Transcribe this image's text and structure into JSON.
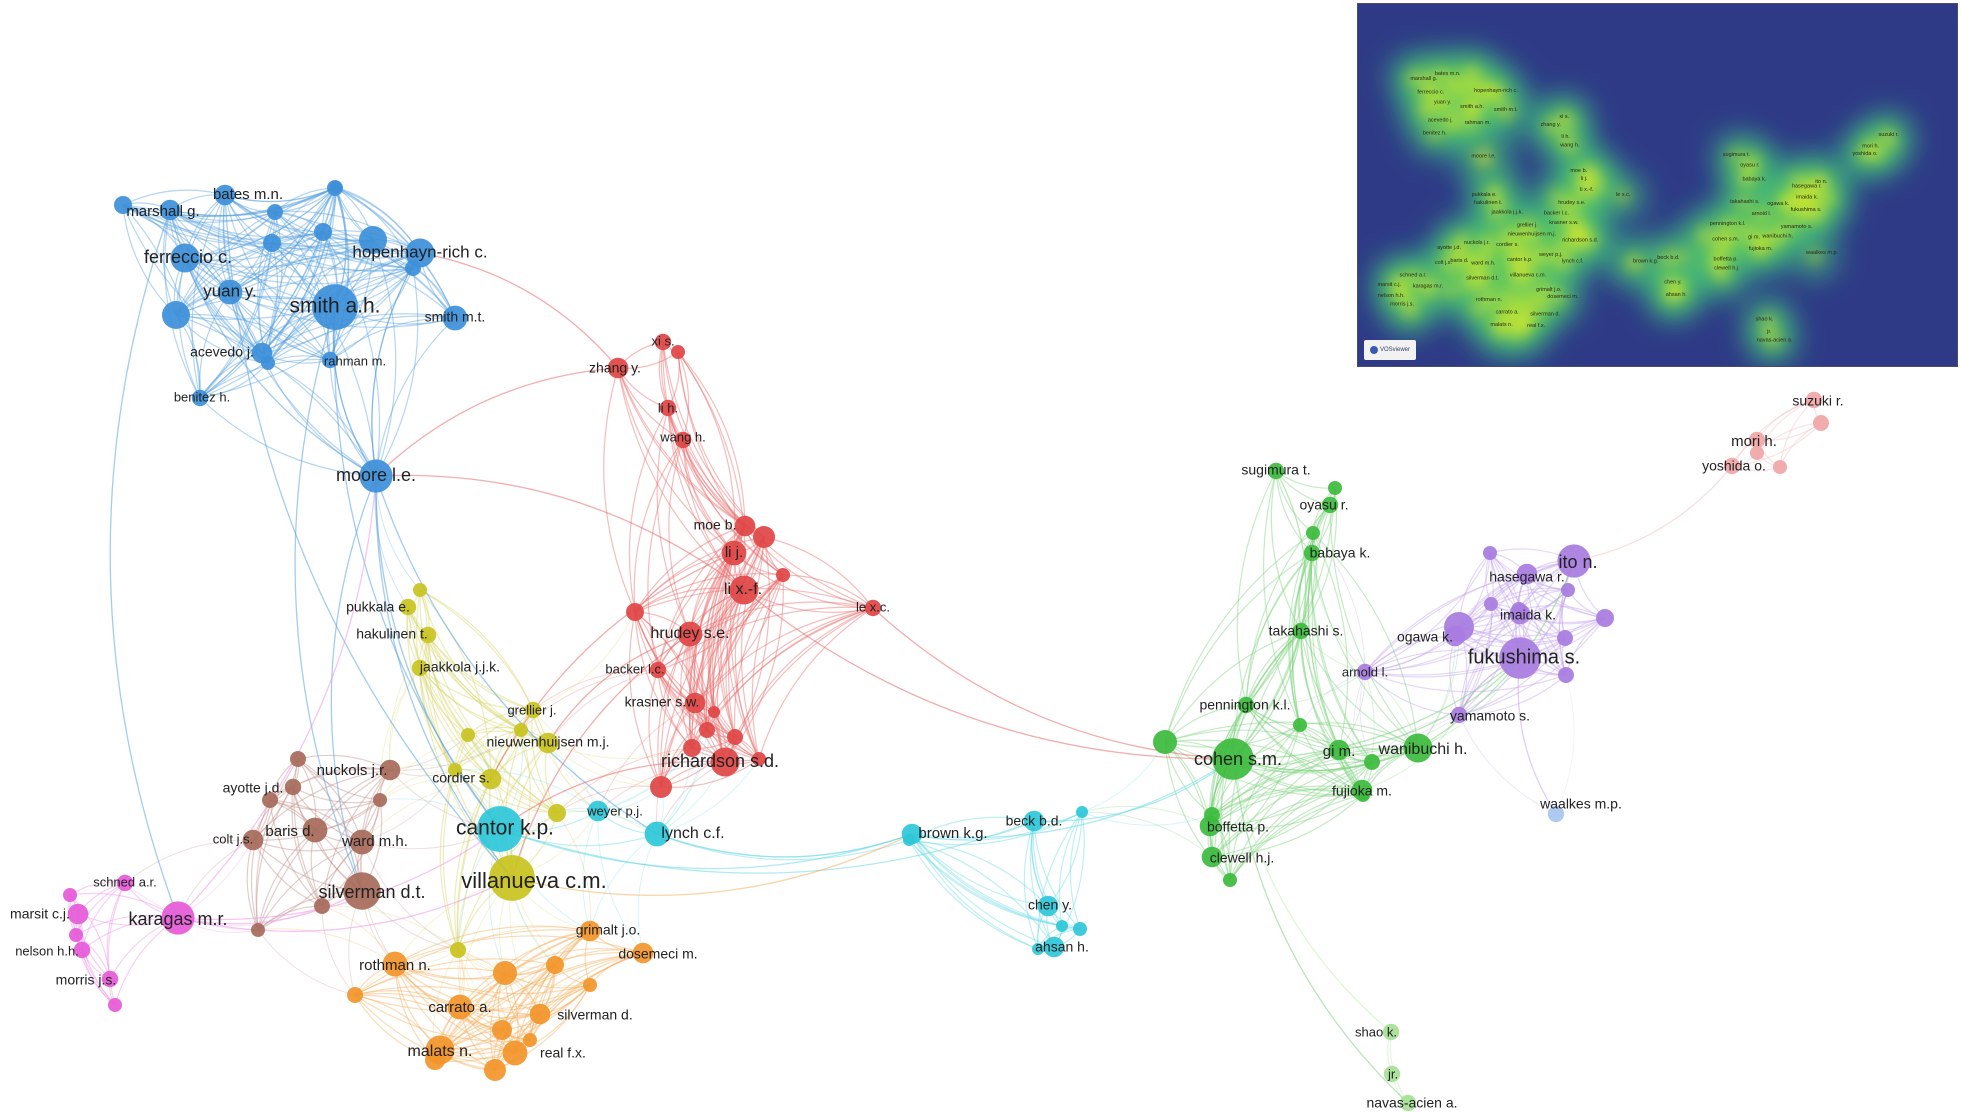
{
  "clusters": {
    "blue": {
      "color": "#3d8fd9",
      "edge": "#5aa2e0"
    },
    "red": {
      "color": "#e04545",
      "edge": "#e86a6a"
    },
    "yellow": {
      "color": "#c9c31f",
      "edge": "#d8d46a"
    },
    "brown": {
      "color": "#a66a5a",
      "edge": "#c0908a"
    },
    "orange": {
      "color": "#f2952a",
      "edge": "#f5b060"
    },
    "pink": {
      "color": "#e55ad8",
      "edge": "#ee96e8"
    },
    "cyan": {
      "color": "#2ec7d8",
      "edge": "#6fdbe6"
    },
    "green": {
      "color": "#3dbb3d",
      "edge": "#7ed27e"
    },
    "purple": {
      "color": "#a77ce0",
      "edge": "#c4a6ee"
    },
    "salmon": {
      "color": "#f0a6a6",
      "edge": "#f4c2c2"
    },
    "lightblue": {
      "color": "#a8c6f0",
      "edge": "#c6d8f4"
    },
    "lightgreen": {
      "color": "#a6e096",
      "edge": "#c4ecba"
    }
  },
  "nodes": [
    {
      "id": "bates",
      "label": "bates m.n.",
      "c": "blue",
      "w": 3
    },
    {
      "id": "marshall",
      "label": "marshall g.",
      "c": "blue",
      "w": 3
    },
    {
      "id": "ferreccio",
      "label": "ferreccio c.",
      "c": "blue",
      "w": 5
    },
    {
      "id": "hopenhayn",
      "label": "hopenhayn-rich c.",
      "c": "blue",
      "w": 5
    },
    {
      "id": "yuan",
      "label": "yuan y.",
      "c": "blue",
      "w": 4
    },
    {
      "id": "smithah",
      "label": "smith a.h.",
      "c": "blue",
      "w": 9
    },
    {
      "id": "smithmt",
      "label": "smith m.t.",
      "c": "blue",
      "w": 4
    },
    {
      "id": "acevedo",
      "label": "acevedo j.",
      "c": "blue",
      "w": 3
    },
    {
      "id": "rahman",
      "label": "rahman m.",
      "c": "blue",
      "w": 2
    },
    {
      "id": "benitez",
      "label": "benitez h.",
      "c": "blue",
      "w": 2
    },
    {
      "id": "moore",
      "label": "moore l.e.",
      "c": "blue",
      "w": 6
    },
    {
      "id": "xi",
      "label": "xi s.",
      "c": "red",
      "w": 2
    },
    {
      "id": "zhangy",
      "label": "zhang y.",
      "c": "red",
      "w": 3
    },
    {
      "id": "lih",
      "label": "li h.",
      "c": "red",
      "w": 2
    },
    {
      "id": "wangh",
      "label": "wang h.",
      "c": "red",
      "w": 2
    },
    {
      "id": "moeb",
      "label": "moe b.",
      "c": "red",
      "w": 3
    },
    {
      "id": "lij",
      "label": "li j.",
      "c": "red",
      "w": 4
    },
    {
      "id": "lixf",
      "label": "li x.-f.",
      "c": "red",
      "w": 5
    },
    {
      "id": "lexc",
      "label": "le x.c.",
      "c": "red",
      "w": 2
    },
    {
      "id": "hrudey",
      "label": "hrudey s.e.",
      "c": "red",
      "w": 4
    },
    {
      "id": "backer",
      "label": "backer l.c.",
      "c": "red",
      "w": 2
    },
    {
      "id": "krasner",
      "label": "krasner s.w.",
      "c": "red",
      "w": 3
    },
    {
      "id": "richardson",
      "label": "richardson s.d.",
      "c": "red",
      "w": 5
    },
    {
      "id": "pukkala",
      "label": "pukkala e.",
      "c": "yellow",
      "w": 2
    },
    {
      "id": "hakulinen",
      "label": "hakulinen t.",
      "c": "yellow",
      "w": 2
    },
    {
      "id": "jaakkola",
      "label": "jaakkola j.j.k.",
      "c": "yellow",
      "w": 2
    },
    {
      "id": "grellier",
      "label": "grellier j.",
      "c": "yellow",
      "w": 2
    },
    {
      "id": "nieuwenhuijsen",
      "label": "nieuwenhuijsen m.j.",
      "c": "yellow",
      "w": 3
    },
    {
      "id": "cordier",
      "label": "cordier s.",
      "c": "yellow",
      "w": 3
    },
    {
      "id": "villanueva",
      "label": "villanueva c.m.",
      "c": "yellow",
      "w": 9
    },
    {
      "id": "nuckols",
      "label": "nuckols j.r.",
      "c": "brown",
      "w": 3
    },
    {
      "id": "ayotte",
      "label": "ayotte j.d.",
      "c": "brown",
      "w": 2
    },
    {
      "id": "baris",
      "label": "baris d.",
      "c": "brown",
      "w": 4
    },
    {
      "id": "colt",
      "label": "colt j.s.",
      "c": "brown",
      "w": 3
    },
    {
      "id": "ward",
      "label": "ward m.h.",
      "c": "brown",
      "w": 4
    },
    {
      "id": "silvermandt",
      "label": "silverman d.t.",
      "c": "brown",
      "w": 7
    },
    {
      "id": "cantor",
      "label": "cantor k.p.",
      "c": "cyan",
      "w": 9
    },
    {
      "id": "weyer",
      "label": "weyer p.j.",
      "c": "cyan",
      "w": 3
    },
    {
      "id": "lynch",
      "label": "lynch c.f.",
      "c": "cyan",
      "w": 4
    },
    {
      "id": "brown",
      "label": "brown k.g.",
      "c": "cyan",
      "w": 3
    },
    {
      "id": "beck",
      "label": "beck b.d.",
      "c": "cyan",
      "w": 3
    },
    {
      "id": "cheny",
      "label": "chen y.",
      "c": "cyan",
      "w": 3
    },
    {
      "id": "ahsan",
      "label": "ahsan h.",
      "c": "cyan",
      "w": 3
    },
    {
      "id": "grimalt",
      "label": "grimalt j.o.",
      "c": "orange",
      "w": 3
    },
    {
      "id": "dosemeci",
      "label": "dosemeci m.",
      "c": "orange",
      "w": 3
    },
    {
      "id": "rothman",
      "label": "rothman n.",
      "c": "orange",
      "w": 4
    },
    {
      "id": "carrato",
      "label": "carrato a.",
      "c": "orange",
      "w": 4
    },
    {
      "id": "silvermand",
      "label": "silverman d.",
      "c": "orange",
      "w": 3
    },
    {
      "id": "malats",
      "label": "malats n.",
      "c": "orange",
      "w": 5
    },
    {
      "id": "real",
      "label": "real f.x.",
      "c": "orange",
      "w": 4
    },
    {
      "id": "schned",
      "label": "schned a.r.",
      "c": "pink",
      "w": 2
    },
    {
      "id": "marsit",
      "label": "marsit c.j.",
      "c": "pink",
      "w": 3
    },
    {
      "id": "karagas",
      "label": "karagas m.r.",
      "c": "pink",
      "w": 6
    },
    {
      "id": "nelson",
      "label": "nelson h.h.",
      "c": "pink",
      "w": 2
    },
    {
      "id": "morris",
      "label": "morris j.s.",
      "c": "pink",
      "w": 2
    },
    {
      "id": "sugimura",
      "label": "sugimura t.",
      "c": "green",
      "w": 2
    },
    {
      "id": "oyasu",
      "label": "oyasu r.",
      "c": "green",
      "w": 2
    },
    {
      "id": "babaya",
      "label": "babaya k.",
      "c": "green",
      "w": 2
    },
    {
      "id": "takahashi",
      "label": "takahashi s.",
      "c": "green",
      "w": 2
    },
    {
      "id": "pennington",
      "label": "pennington k.l.",
      "c": "green",
      "w": 2
    },
    {
      "id": "cohen",
      "label": "cohen s.m.",
      "c": "green",
      "w": 8
    },
    {
      "id": "gim",
      "label": "gi m.",
      "c": "green",
      "w": 3
    },
    {
      "id": "wanibuchi",
      "label": "wanibuchi h.",
      "c": "green",
      "w": 5
    },
    {
      "id": "fujioka",
      "label": "fujioka m.",
      "c": "green",
      "w": 3
    },
    {
      "id": "boffetta",
      "label": "boffetta p.",
      "c": "green",
      "w": 3
    },
    {
      "id": "clewell",
      "label": "clewell h.j.",
      "c": "green",
      "w": 3
    },
    {
      "id": "ito",
      "label": "ito n.",
      "c": "purple",
      "w": 6
    },
    {
      "id": "hasegawa",
      "label": "hasegawa r.",
      "c": "purple",
      "w": 3
    },
    {
      "id": "imaida",
      "label": "imaida k.",
      "c": "purple",
      "w": 3
    },
    {
      "id": "ogawa",
      "label": "ogawa k.",
      "c": "purple",
      "w": 3
    },
    {
      "id": "fukushima",
      "label": "fukushima s.",
      "c": "purple",
      "w": 8
    },
    {
      "id": "arnold",
      "label": "arnold l.",
      "c": "purple",
      "w": 2
    },
    {
      "id": "yamamoto",
      "label": "yamamoto s.",
      "c": "purple",
      "w": 2
    },
    {
      "id": "suzuki",
      "label": "suzuki r.",
      "c": "salmon",
      "w": 2
    },
    {
      "id": "morih",
      "label": "mori h.",
      "c": "salmon",
      "w": 2
    },
    {
      "id": "yoshida",
      "label": "yoshida o.",
      "c": "salmon",
      "w": 2
    },
    {
      "id": "waalkes",
      "label": "waalkes m.p.",
      "c": "lightblue",
      "w": 2
    },
    {
      "id": "shaok",
      "label": "shao k.",
      "c": "lightgreen",
      "w": 2
    },
    {
      "id": "jr",
      "label": "jr.",
      "c": "lightgreen",
      "w": 2
    },
    {
      "id": "navas",
      "label": "navas-acien a.",
      "c": "lightgreen",
      "w": 2
    }
  ],
  "inset": {
    "logo_text": "VOSviewer",
    "labels": [
      "marshall g.",
      "bates m.n.",
      "ferreccio c.",
      "hopenhayn-rich c.",
      "yuan y.",
      "smith a.h.",
      "smith m.t.",
      "acevedo j.",
      "rahman m.",
      "benitez h.",
      "moore l.e.",
      "xi s.",
      "zhang y.",
      "li h.",
      "wang h.",
      "moe b.",
      "li j.",
      "li x.-f.",
      "le x.c.",
      "hrudey s.e.",
      "backer l.c.",
      "krasner s.w.",
      "richardson s.d.",
      "pukkala e.",
      "hakulinen t.",
      "jaakkola j.j.k.",
      "grellier j.",
      "nieuwenhuijsen m.j.",
      "cordier s.",
      "nuckols j.r.",
      "ayotte j.d.",
      "baris d.",
      "colt j.s.",
      "ward m.h.",
      "cantor k.p.",
      "weyer p.j.",
      "lynch c.f.",
      "villanueva c.m.",
      "silverman d.t.",
      "karagas m.r.",
      "schned a.r.",
      "marsit c.j.",
      "nelson h.h.",
      "morris j.s.",
      "grimalt j.o.",
      "dosemeci m.",
      "rothman n.",
      "carrato a.",
      "silverman d.",
      "malats n.",
      "real f.x.",
      "brown k.g.",
      "beck b.d.",
      "chen y.",
      "ahsan h.",
      "cohen s.m.",
      "gi m.",
      "wanibuchi h.",
      "fujioka m.",
      "boffetta p.",
      "clewell h.j.",
      "pennington k.l.",
      "takahashi s.",
      "sugimura t.",
      "oyasu r.",
      "babaya k.",
      "ito n.",
      "hasegawa r.",
      "imaida k.",
      "ogawa k.",
      "fukushima s.",
      "arnold l.",
      "yamamoto s.",
      "suzuki r.",
      "mori h.",
      "yoshida o.",
      "waalkes m.p.",
      "shao k.",
      "jr.",
      "navas-acien a."
    ]
  }
}
